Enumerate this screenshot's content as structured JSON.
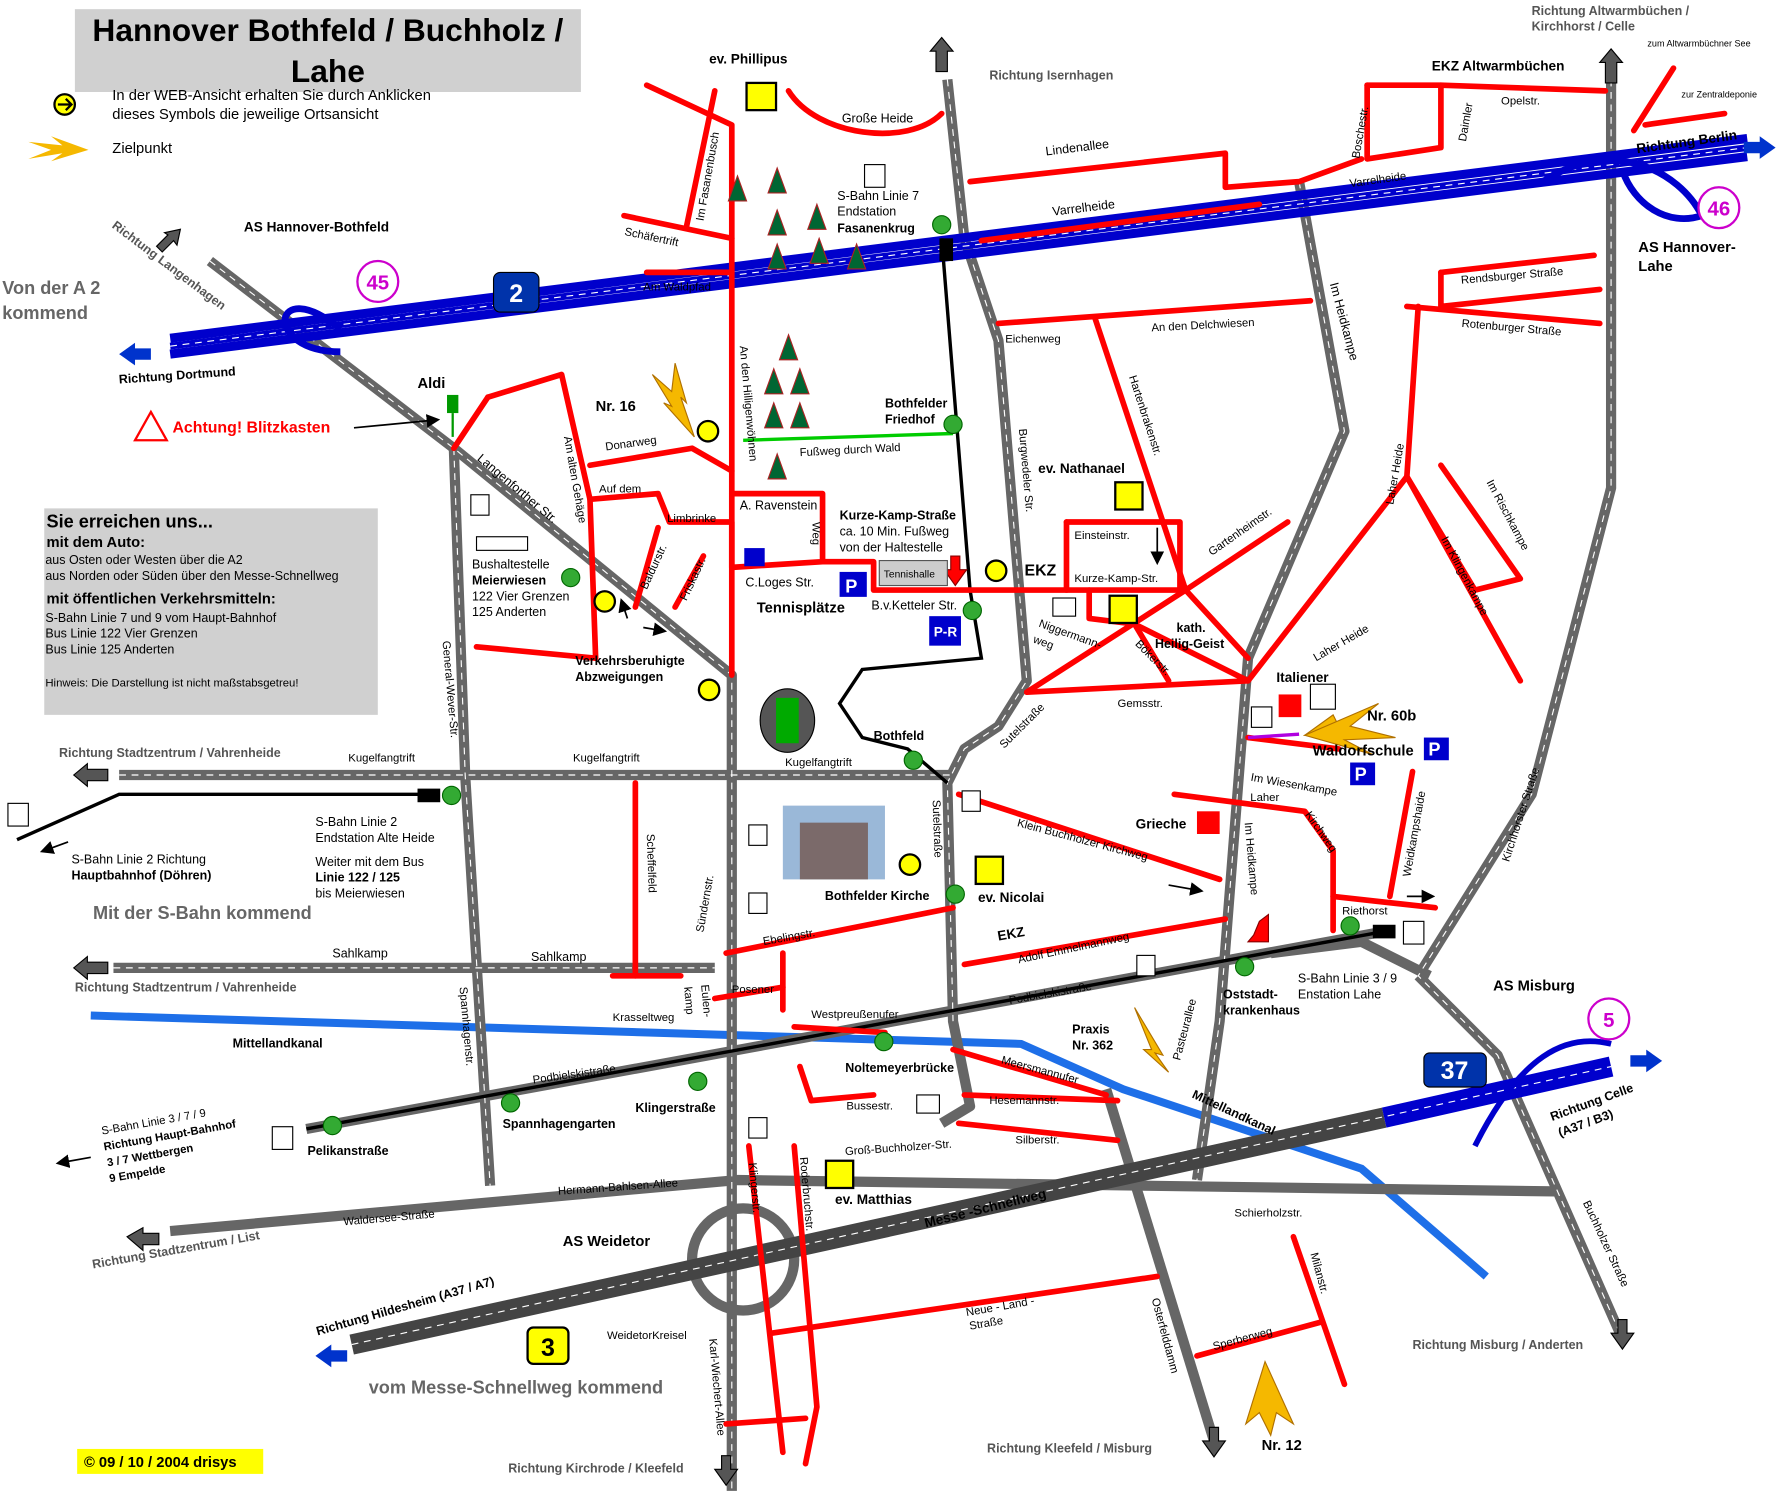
{
  "title": "Hannover Bothfeld / Buchholz / Lahe",
  "legend": {
    "view_line1": "In der WEB-Ansicht erhalten Sie durch Anklicken",
    "view_line2": "dieses Symbols die jeweilige Ortsansicht",
    "target": "Zielpunkt"
  },
  "info": {
    "heading": "Sie erreichen uns...",
    "car_heading": "mit dem Auto:",
    "car1": "aus Osten oder Westen über die A2",
    "car2": "aus Norden oder Süden über den Messe-Schnellweg",
    "pt_heading": "mit öffentlichen Verkehrsmitteln:",
    "pt1": "S-Bahn Linie 7 und 9 vom Haupt-Bahnhof",
    "pt2": "Bus Linie 122 Vier Grenzen",
    "pt3": "Bus Linie 125 Anderten",
    "note": "Hinweis: Die Darstellung ist  nicht maßstabsgetreu!"
  },
  "copyright": "© 09 / 10 / 2004 drisys",
  "shields": {
    "a2": "2",
    "a37": "37",
    "s3": "3",
    "exit45": "45",
    "exit46": "46",
    "exit5": "5"
  },
  "labels": {
    "von_a2_1": "Von der A 2",
    "von_a2_2": "kommend",
    "as_bothfeld": "AS Hannover-Bothfeld",
    "ri_langenhagen": "Richtung Langenhagen",
    "ri_dortmund": "Richtung Dortmund",
    "aldi": "Aldi",
    "achtung": "Achtung!  Blitzkasten",
    "ri_isernhagen": "Richtung Isernhagen",
    "ri_altwarm1": "Richtung Altwarmbüchen /",
    "ri_altwarm2": "Kirchhorst / Celle",
    "zum_see": "zum Altwarmbüchner See",
    "zentraldeponie": "zur Zentraldeponie",
    "ekz_altwarm": "EKZ Altwarmbüchen",
    "ri_berlin": "Richtung Berlin",
    "as_lahe1": "AS Hannover-",
    "as_lahe2": "Lahe",
    "phillipus": "ev. Phillipus",
    "grosse_heide": "Große Heide",
    "lindenallee": "Lindenallee",
    "varrelheide": "Varrelheide",
    "varrelheide2": "Varrelheide",
    "boschestr": "Boschestr.",
    "daimler": "Daimler",
    "opelstr": "Opelstr.",
    "fasanenbusch": "Im Fasanenbusch",
    "schaefertrift": "Schäfertrift",
    "am_waldpfad": "Am Waldpfad",
    "sbahn7_1": "S-Bahn Linie 7",
    "sbahn7_2": "Endstation",
    "sbahn7_3": "Fasanenkrug",
    "im_heidkampe": "Im Heidkampe",
    "rendsburger": "Rendsburger Straße",
    "rotenburger": "Rotenburger Straße",
    "eichenweg": "Eichenweg",
    "delchwiesen": "An den Delchwiesen",
    "hilligenwoehnen": "An den Hilligenwöhnen",
    "nr16": "Nr. 16",
    "donarweg": "Donarweg",
    "am_alten_gehaege": "Am alten Gehäge",
    "langenforther": "Langenforther Str.",
    "auf_dem": "Auf dem",
    "limbrinke": "Limbrinke",
    "baldurstr": "Baldurstr.",
    "friskastr": "Friskastr.",
    "fussweg_wald": "Fußweg durch Wald",
    "friedhof1": "Bothfelder",
    "friedhof2": "Friedhof",
    "burgwedeler": "Burgwedeler Str.",
    "hartenbraken": "Hartenbrakenstr.",
    "nathanael": "ev. Nathanael",
    "laher_heide": "Laher Heide",
    "im_rischkampe": "Im Rischkampe",
    "im_klingenkampe": "Im Klingenkampe",
    "a_ravenstein": "A. Ravenstein",
    "weg": "Weg",
    "kurze_kamp_1": "Kurze-Kamp-Straße",
    "kurze_kamp_2": "ca. 10 Min. Fußweg",
    "kurze_kamp_3": "von der Haltestelle",
    "tennishalle": "Tennishalle",
    "ekz": "EKZ",
    "einsteinstr": "Einsteinstr.",
    "kurze_kamp_str": "Kurze-Kamp-Str.",
    "gartenheimstr": "Gartenheimstr.",
    "c_loges": "C.Loges Str.",
    "tennisplaetze": "Tennisplätze",
    "bv_ketteler": "B.v.Ketteler Str.",
    "pr": "P-R",
    "niggermann": "Niggermann-",
    "niggermann2": "weg",
    "kath1": "kath.",
    "kath2": "Heilig-Geist",
    "boekerstr": "Bökerstr.",
    "laher_heide2": "Laher Heide",
    "gemsstr": "Gemsstr.",
    "sutelstrasse": "Sutelstraße",
    "italiener": "Italiener",
    "nr60b": "Nr. 60b",
    "waldorfschule": "Waldorfschule",
    "bushalt1": "Bushaltestelle",
    "bushalt2": "Meierwiesen",
    "bushalt3": "122 Vier Grenzen",
    "bushalt4": "125 Anderten",
    "verkehr1": "Verkehrsberuhigte",
    "verkehr2": "Abzweigungen",
    "ri_stadtzentrum1": "Richtung Stadtzentrum / Vahrenheide",
    "kugelfangtrift1": "Kugelfangtrift",
    "kugelfangtrift2": "Kugelfangtrift",
    "kugelfangtrift3": "Kugelfangtrift",
    "bothfeld": "Bothfeld",
    "general_wever": "General-Wever-Str.",
    "sbahn2_1": "S-Bahn Linie 2",
    "sbahn2_2": "Endstation Alte Heide",
    "sbahn2_3": "Weiter mit dem Bus",
    "sbahn2_4": "Linie 122 / 125",
    "sbahn2_5": "bis Meierwiesen",
    "sbahn2_ri1": "S-Bahn Linie 2 Richtung",
    "sbahn2_ri2": "Hauptbahnhof (Döhren)",
    "mit_sbahn": "Mit der S-Bahn kommend",
    "im_wiesenkampe": "Im Wiesenkampe",
    "laher": "Laher",
    "kirchweg": "Kirchweg",
    "grieche": "Grieche",
    "klein_buchholzer": "Klein Buchholzer Kirchweg",
    "weidkampshaide": "Weidkampshaide",
    "kirchhorster": "Kirchhorster Straße",
    "scheffelfeld": "Scheffelfeld",
    "sundernstr": "Sündernstr.",
    "sutelstrasse2": "Sutelstraße",
    "bothfelder_kirche": "Bothfelder Kirche",
    "nicolai": "ev. Nicolai",
    "riethorst": "Riethorst",
    "sahlkamp1": "Sahlkamp",
    "sahlkamp2": "Sahlkamp",
    "ri_stadtzentrum2": "Richtung Stadtzentrum / Vahrenheide",
    "ebelingstr": "Ebelingstr.",
    "ekz2": "EKZ",
    "adolf_emmel": "Adolf Emmelmannweg",
    "im_heidkampe2": "Im Heidkampe",
    "oststadt1": "Oststadt-",
    "oststadt2": "krankenhaus",
    "sbahn39_1": "S-Bahn Linie 3 / 9",
    "sbahn39_2": "Enstation Lahe",
    "as_misburg": "AS Misburg",
    "mittellandkanal": "Mittellandkanal",
    "mittellandkanal2": "Mittellandkanal",
    "spannhagenstr": "Spannhagenstr.",
    "eulenkamp1": "Eulen-",
    "eulenkamp2": "kamp",
    "posener": "Posener",
    "krasseltweg": "Krasseltweg",
    "westpreussen": "Westpreußenufer",
    "podbielski1": "Podbielskistraße",
    "podbielski2": "Podbielskistraße",
    "praxis1": "Praxis",
    "praxis2": "Nr. 362",
    "pasteurallee": "Pasteurallee",
    "noltemeyer": "Noltemeyerbrücke",
    "meersmannufer": "Meersmannufer",
    "klingerstrasse": "Klingerstraße",
    "spannhagengarten": "Spannhagengarten",
    "pelikanstrasse": "Pelikanstraße",
    "bussestr": "Bussestr.",
    "hesemannstr": "Hesemannstr.",
    "silberstr": "Silberstr.",
    "gross_buchholzer": "Groß-Buchholzer-Str.",
    "sbahn379_1": "S-Bahn Linie 3 / 7 / 9",
    "sbahn379_2": "Richtung Haupt-Bahnhof",
    "sbahn379_3": "3 / 7 Wettbergen",
    "sbahn379_4": "9 Empelde",
    "hermann_bahlsen": "Hermann-Bahlsen-Allee",
    "klingerstr": "Klingerstr.",
    "roderbruchstr": "Roderbruchstr.",
    "matthias": "ev. Matthias",
    "waldersee": "Waldersee-Straße",
    "ri_list": "Richtung Stadtzentrum / List",
    "as_weidetor": "AS Weidetor",
    "messe_schnellweg": "Messe -Schnellweg",
    "schierholzstr": "Schierholzstr.",
    "milanstr": "Milanstr.",
    "ri_celle1": "Richtung Celle",
    "ri_celle2": "(A37 / B3)",
    "buchholzer": "Buchholzer Straße",
    "ri_hildesheim": "Richtung Hildesheim (A37 / A7)",
    "weidetorkreisel": "WeidetorKreisel",
    "neue_land": "Neue - Land -",
    "neue_land2": "Straße",
    "osterfelddamm": "Osterfelddamm",
    "sperberweg": "Sperberweg",
    "vom_messe": "vom Messe-Schnellweg kommend",
    "karl_wiechert": "Karl-Wiechert-Allee",
    "ri_kirchrode": "Richtung Kirchrode / Kleefeld",
    "ri_kleefeld": "Richtung Kleefeld / Misburg",
    "nr12": "Nr. 12",
    "ri_misburg": "Richtung Misburg / Anderten"
  },
  "colors": {
    "street": "#ff0000",
    "motorway": "#0000cc",
    "main_road": "#666666",
    "canal": "#1e6fe8",
    "target_arrow": "#f5b800",
    "info_bg": "#d0d0d0"
  }
}
